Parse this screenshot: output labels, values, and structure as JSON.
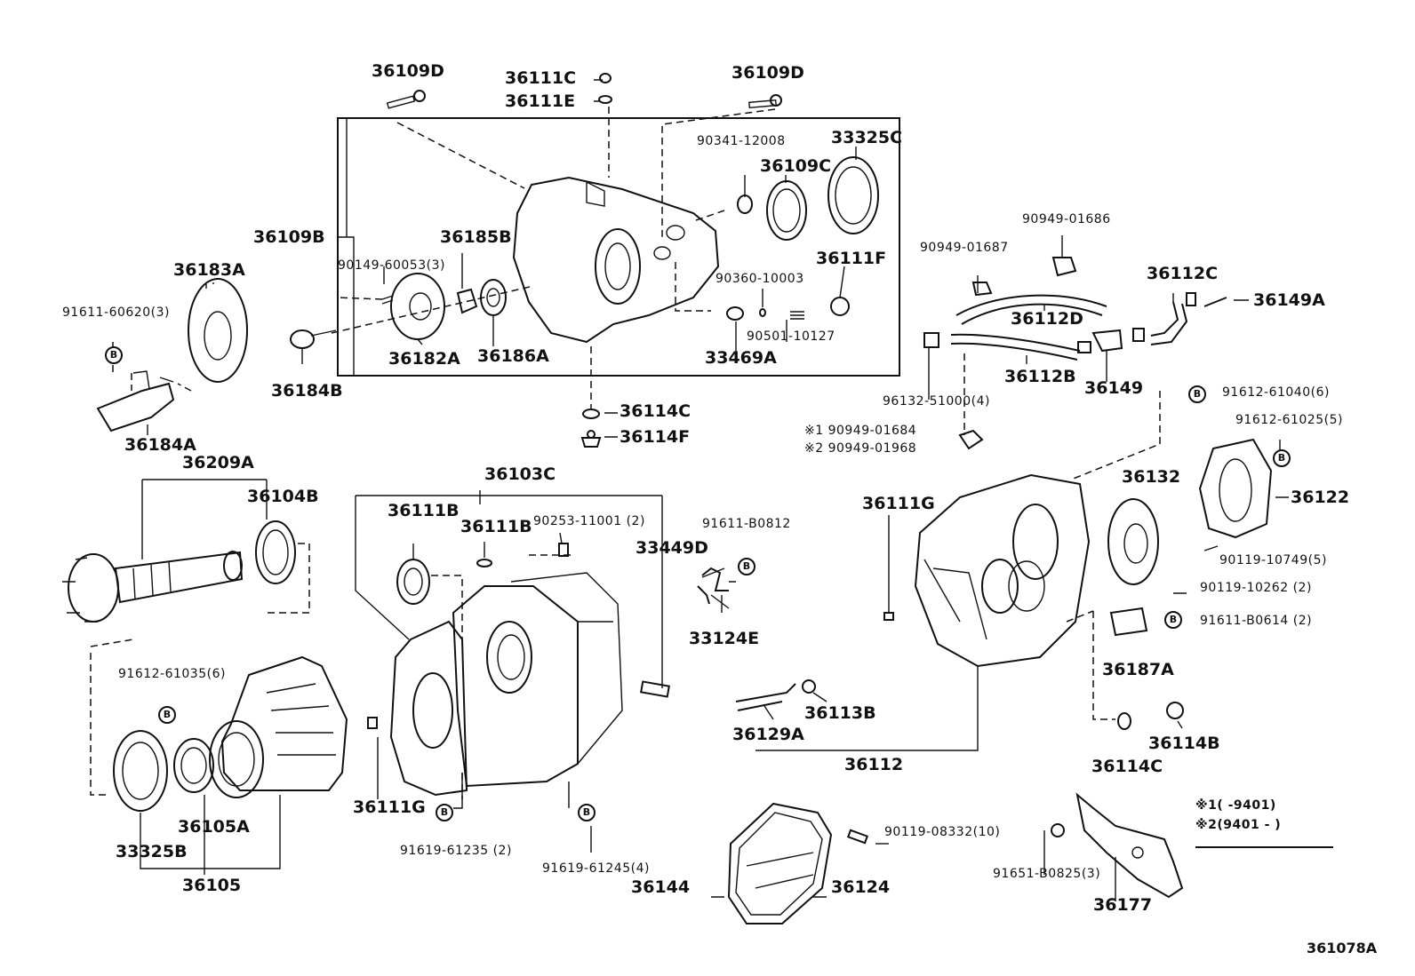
{
  "labels": {
    "l36109D_a": "36109D",
    "l36111C": "36111C",
    "l36111E": "36111E",
    "l36109D_b": "36109D",
    "l90341": "90341-12008",
    "l33325C": "33325C",
    "l36109C": "36109C",
    "l36109B": "36109B",
    "l36185B": "36185B",
    "l90149": "90149-60053(3)",
    "l36111F": "36111F",
    "l90360": "90360-10003",
    "l90501": "90501-10127",
    "l36183A": "36183A",
    "l91611_60620": "91611-60620(3)",
    "l36182A": "36182A",
    "l36186A": "36186A",
    "l33469A": "33469A",
    "l36184B": "36184B",
    "l36114C_a": "36114C",
    "l36114F": "36114F",
    "l36184A": "36184A",
    "l90949_01686": "90949-01686",
    "l90949_01687": "90949-01687",
    "l36112C": "36112C",
    "l36149A": "36149A",
    "l36112D": "36112D",
    "l36112B": "36112B",
    "l36149": "36149",
    "l96132": "96132-51000(4)",
    "l91612_61040": "91612-61040(6)",
    "l91612_61025": "91612-61025(5)",
    "l_n1": "※1 90949-01684",
    "l_n2": "※2 90949-01968",
    "l36209A": "36209A",
    "l36104B": "36104B",
    "l36103C": "36103C",
    "l36111B_a": "36111B",
    "l36111B_b": "36111B",
    "l90253": "90253-11001  (2)",
    "l91611_B0812": "91611-B0812",
    "l33449D": "33449D",
    "l33124E": "33124E",
    "l36111G_a": "36111G",
    "l36132": "36132",
    "l36122": "36122",
    "l90119_10749": "90119-10749(5)",
    "l90119_10262": "90119-10262  (2)",
    "l91611_B0614": "91611-B0614  (2)",
    "l36187A": "36187A",
    "l91612_61035": "91612-61035(6)",
    "l36113B": "36113B",
    "l36129A": "36129A",
    "l36112": "36112",
    "l36114B": "36114B",
    "l36114C_b": "36114C",
    "l36111G_b": "36111G",
    "l91619_61235": "91619-61235  (2)",
    "l91619_61245": "91619-61245(4)",
    "l90119_08332": "90119-08332(10)",
    "l36144": "36144",
    "l36124": "36124",
    "l91651": "91651-B0825(3)",
    "l36177": "36177",
    "l33325B": "33325B",
    "l36105A": "36105A",
    "l36105": "36105",
    "legend_1": "※1(        -9401)",
    "legend_2": "※2(9401 -        )",
    "diagram_id": "361078A"
  },
  "marks": {
    "bolt_symbol": "B"
  }
}
